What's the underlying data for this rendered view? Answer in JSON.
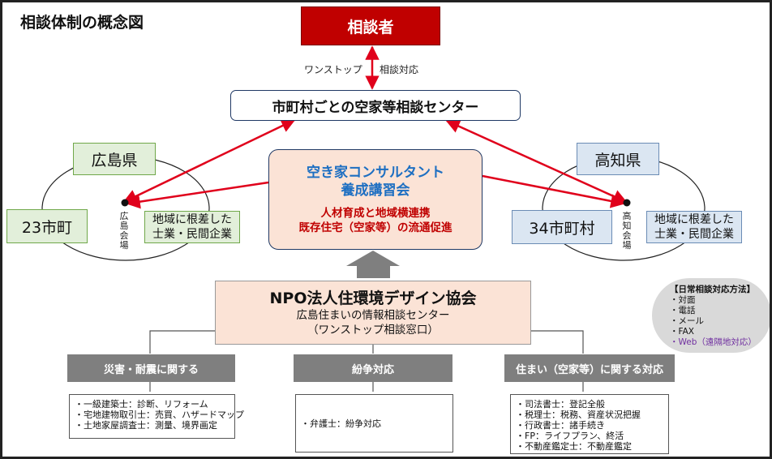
{
  "title": "相談体制の概念図",
  "consultee": "相談者",
  "top_labels": {
    "left": "ワンストップ",
    "right": "相談対応"
  },
  "center": "市町村ごとの空家等相談センター",
  "hiroshima": {
    "pref": "広島県",
    "towns": "23市町",
    "venue": "広島会場",
    "business": [
      "地域に根差した",
      "士業・民間企業"
    ]
  },
  "kochi": {
    "pref": "高知県",
    "towns": "34市町村",
    "venue": "高知会場",
    "business": [
      "地域に根差した",
      "士業・民間企業"
    ]
  },
  "training": {
    "title_lines": [
      "空き家コンサルタント",
      "養成講習会"
    ],
    "sub_lines": [
      "人材育成と地域横連携",
      "既存住宅（空家等）の流通促進"
    ]
  },
  "npo": {
    "name": "NPO法人住環境デザイン協会",
    "sub_lines": [
      "広島住まいの情報相談センター",
      "（ワンストップ相談窓口）"
    ]
  },
  "daily_methods": {
    "title": "【日常相談対応方法】",
    "items": [
      "・対面",
      "・電話",
      "・メール",
      "・FAX"
    ],
    "web": "・Web（遠隔地対応）"
  },
  "categories": [
    {
      "label": "災害・耐震に関する",
      "items": [
        "・一級建築士：診断、リフォーム",
        "・宅地建物取引士：売買、ハザードマップ",
        "・土地家屋調査士：測量、境界画定"
      ]
    },
    {
      "label": "紛争対応",
      "items": [
        "・弁護士：紛争対応"
      ]
    },
    {
      "label": "住まい（空家等）に関する対応",
      "items": [
        "・司法書士：登記全般",
        "・税理士：税務、資産状況把握",
        "・行政書士：諸手続き",
        "・FP：ライフプラン、終活",
        "・不動産鑑定士：不動産鑑定"
      ]
    }
  ],
  "colors": {
    "consultee_fill": "#c00000",
    "arrow": "#e0001b",
    "training_fill": "#fbe3d6",
    "training_title": "#1d6fc2",
    "training_sub": "#c00000",
    "pref_fill": "#dbe6f2",
    "business_fill": "#e2efda",
    "category_fill": "#7f7f7f",
    "big_arrow": "#7f7f7f",
    "web_text": "#7030a0"
  }
}
